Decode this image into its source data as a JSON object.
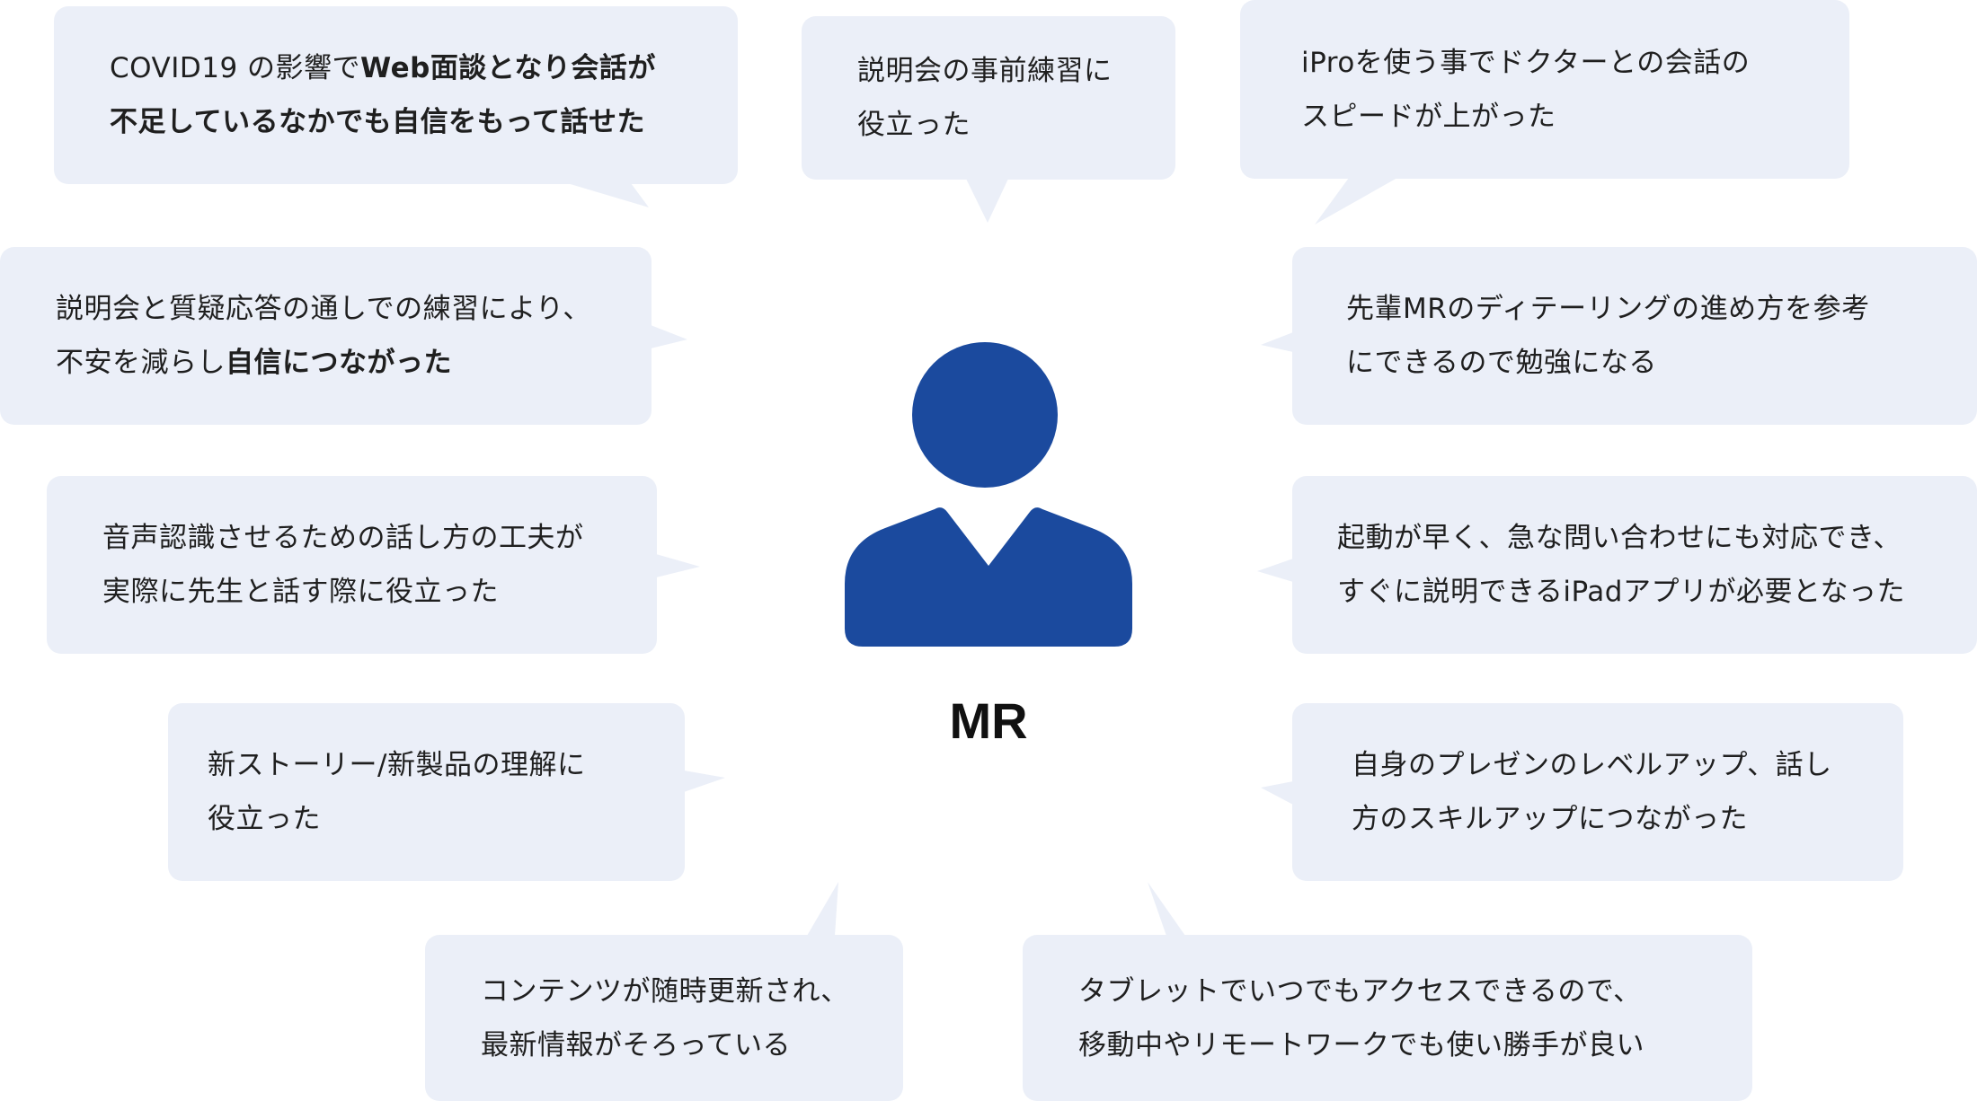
{
  "center_label": "MR",
  "colors": {
    "bubble": "#ebeff8",
    "person": "#1b4a9e",
    "text": "#1f1f1f"
  },
  "bubbles": [
    {
      "lines": [
        [
          {
            "t": "COVID19 の影響で",
            "b": false
          },
          {
            "t": "Web面談となり会話が",
            "b": true
          }
        ],
        [
          {
            "t": "不足しているなかでも自信をもって話せた",
            "b": true
          }
        ]
      ]
    },
    {
      "lines": [
        [
          {
            "t": "説明会の事前練習に",
            "b": false
          }
        ],
        [
          {
            "t": "役立った",
            "b": false
          }
        ]
      ]
    },
    {
      "lines": [
        [
          {
            "t": "iProを使う事でドクターとの会話の",
            "b": false
          }
        ],
        [
          {
            "t": "スピードが上がった",
            "b": false
          }
        ]
      ]
    },
    {
      "lines": [
        [
          {
            "t": "説明会と質疑応答の通しでの練習により、",
            "b": false
          }
        ],
        [
          {
            "t": "不安を減らし",
            "b": false
          },
          {
            "t": "自信につながった",
            "b": true
          }
        ]
      ]
    },
    {
      "lines": [
        [
          {
            "t": "先輩MRのディテーリングの進め方を参考",
            "b": false
          }
        ],
        [
          {
            "t": "にできるので勉強になる",
            "b": false
          }
        ]
      ]
    },
    {
      "lines": [
        [
          {
            "t": "音声認識させるための話し方の工夫が",
            "b": false
          }
        ],
        [
          {
            "t": "実際に先生と話す際に役立った",
            "b": false
          }
        ]
      ]
    },
    {
      "lines": [
        [
          {
            "t": "起動が早く、急な問い合わせにも対応でき、",
            "b": false
          }
        ],
        [
          {
            "t": "すぐに説明できるiPadアプリが必要となった",
            "b": false
          }
        ]
      ]
    },
    {
      "lines": [
        [
          {
            "t": "新ストーリー/新製品の理解に",
            "b": false
          }
        ],
        [
          {
            "t": "役立った",
            "b": false
          }
        ]
      ]
    },
    {
      "lines": [
        [
          {
            "t": "自身のプレゼンのレベルアップ、話し",
            "b": false
          }
        ],
        [
          {
            "t": "方のスキルアップにつながった",
            "b": false
          }
        ]
      ]
    },
    {
      "lines": [
        [
          {
            "t": "コンテンツが随時更新され、",
            "b": false
          }
        ],
        [
          {
            "t": "最新情報がそろっている",
            "b": false
          }
        ]
      ]
    },
    {
      "lines": [
        [
          {
            "t": "タブレットでいつでもアクセスできるので、",
            "b": false
          }
        ],
        [
          {
            "t": "移動中やリモートワークでも使い勝手が良い",
            "b": false
          }
        ]
      ]
    }
  ]
}
